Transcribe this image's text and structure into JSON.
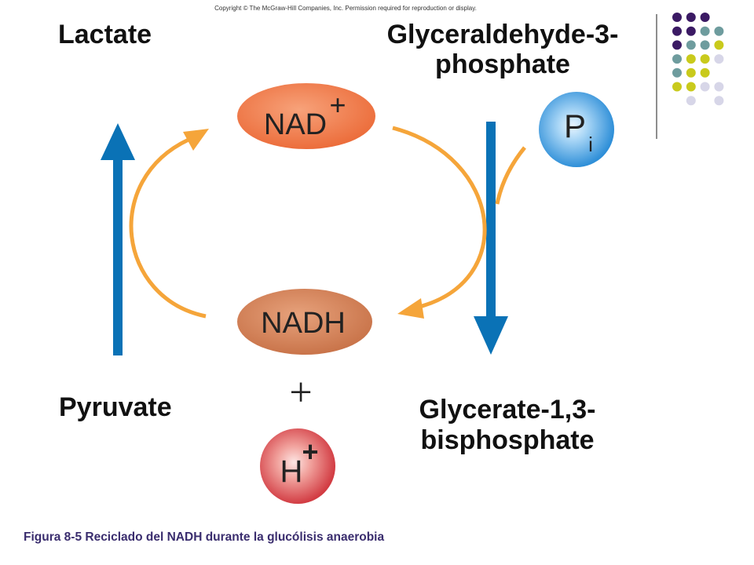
{
  "copyright": "Copyright © The McGraw-Hill Companies, Inc. Permission required for reproduction or display.",
  "labels": {
    "lactate": "Lactate",
    "g3p_line1": "Glyceraldehyde-3-",
    "g3p_line2": "phosphate",
    "pyruvate": "Pyruvate",
    "g13bp_line1": "Glycerate-1,3-",
    "g13bp_line2": "bisphosphate"
  },
  "ovals": {
    "nad_plus": "NAD",
    "nad_plus_sup": "+",
    "nadh": "NADH"
  },
  "phosphate": {
    "symbol": "P",
    "subscript": "i"
  },
  "plus_sign": "+",
  "proton": {
    "symbol": "H",
    "superscript": "+"
  },
  "caption": "Figura 8-5 Reciclado del NADH durante la glucólisis anaerobia",
  "colors": {
    "blue_arrow": "#0a72b6",
    "orange_arrow": "#f5a53a",
    "nad_oval": "#ef7e4e",
    "nadh_oval": "#d6855a",
    "phosphate_ball": "#3d9be0",
    "proton_ball": "#d9444a",
    "caption": "#3a2d6e",
    "dot_purple": "#3b1a64",
    "dot_teal": "#6e9c9e",
    "dot_yellow": "#c9ca1c",
    "dot_lavender": "#d7d6e8"
  },
  "decoration_dots": [
    [
      "purple",
      "purple",
      "purple",
      ""
    ],
    [
      "purple",
      "purple",
      "teal",
      "teal"
    ],
    [
      "purple",
      "teal",
      "teal",
      "yellow"
    ],
    [
      "teal",
      "yellow",
      "yellow",
      "lavender"
    ],
    [
      "teal",
      "yellow",
      "yellow",
      ""
    ],
    [
      "yellow",
      "yellow",
      "lavender",
      "lavender"
    ],
    [
      "",
      "lavender",
      "",
      "lavender"
    ]
  ]
}
